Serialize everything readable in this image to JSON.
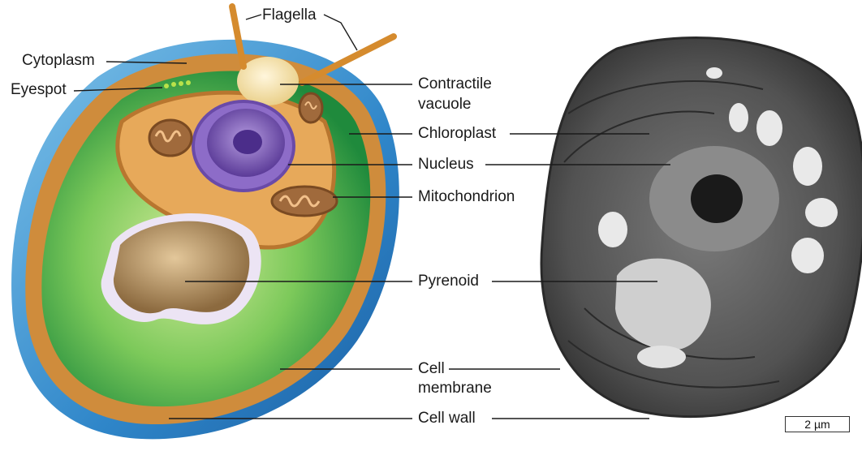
{
  "labels": {
    "flagella": "Flagella",
    "cytoplasm": "Cytoplasm",
    "eyespot": "Eyespot",
    "contractile_vacuole_line1": "Contractile",
    "contractile_vacuole_line2": "vacuole",
    "chloroplast": "Chloroplast",
    "nucleus": "Nucleus",
    "mitochondrion": "Mitochondrion",
    "pyrenoid": "Pyrenoid",
    "cell_membrane_line1": "Cell",
    "cell_membrane_line2": "membrane",
    "cell_wall": "Cell wall"
  },
  "scale_bar": {
    "text": "2 µm"
  },
  "colors": {
    "cell_wall": "#2f86c9",
    "cytoplasm": "#c98a3e",
    "chloroplast": "#2f9e4a",
    "nucleus": "#6a4aa8",
    "pyrenoid": "#b59063",
    "micrograph_bg": "#4a4a4a"
  }
}
